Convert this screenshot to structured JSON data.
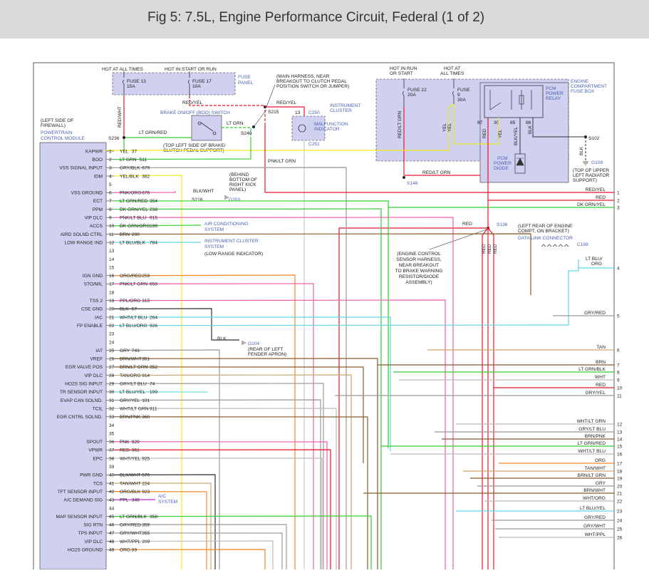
{
  "title": "Fig 5: 7.5L, Engine Performance Circuit, Federal (1 of 2)",
  "fuse_panel": {
    "hot_at_all_times": "HOT AT ALL TIMES",
    "hot_in_start_or_run": "HOT IN START OR RUN",
    "fuse13": "FUSE 13",
    "fuse13_amp": "15A",
    "fuse17": "FUSE 17",
    "fuse17_amp": "10A",
    "label1": "FUSE",
    "label2": "PANEL",
    "red_wht": "RED/WHT",
    "red_yel": "RED/YEL"
  },
  "boo_switch": {
    "label": "BRAKE ON/OFF (BOO) SWITCH",
    "lt_grn": "LT GRN",
    "lt_grn_red": "LT GRN/RED",
    "s236": "S236",
    "s240": "S240",
    "note1": "(TOP LEFT SIDE OF BRAKE/",
    "note2": "CLUTCH PEDAL SUPPORT)"
  },
  "main_harness": {
    "l1": "(MAIN HARNESS, NEAR",
    "l2": "BREAKOUT TO CLUTCH PEDAL",
    "l3": "POSITION SWITCH OR JUMPER)"
  },
  "cluster": {
    "s215": "S215",
    "pin13": "13",
    "c250": "C250",
    "c251": "C251",
    "inst1": "INSTRUMENT",
    "inst2": "CLUSTER",
    "mil1": "MALFUNCTION",
    "mil2": "INDICATOR",
    "red_yel": "RED/YEL",
    "pnk_ltgrn": "PNK/LT GRN"
  },
  "relay_box": {
    "hot_in_run1": "HOT IN RUN",
    "hot_in_run2": "OR START",
    "hot_at1": "HOT AT",
    "hot_at2": "ALL TIMES",
    "fuse22": "FUSE 22",
    "fuse22_amp": "20A",
    "fuse9a": "FUSE",
    "fuse9b": "9",
    "fuse9_amp": "30A",
    "pcm1": "PCM",
    "pcm2": "POWER",
    "pcm3": "RELAY",
    "eng1": "ENGINE",
    "eng2": "COMPARTMENT",
    "eng3": "FUSE BOX",
    "p87": "87",
    "p30": "30",
    "p85": "85",
    "p86": "86",
    "diode1": "PCM",
    "diode2": "POWER",
    "diode3": "DIODE",
    "red_ltgrn": "RED/LT GRN",
    "yel": "YEL",
    "red": "RED",
    "blk_yel": "BLK/YEL",
    "blk": "BLK",
    "s102": "S102",
    "s148": "S148",
    "g108": "G108",
    "g108_note1": "(TOP OF UPPER",
    "g108_note2": "LEFT RADIATOR",
    "g108_note3": "SUPPORT)"
  },
  "pcm": {
    "l1": "(LEFT SIDE OF",
    "l2": "FIREWALL)",
    "l3": "POWERTRAIN",
    "l4": "CONTROL MODULE"
  },
  "pins": [
    {
      "n": "1",
      "name": "KAPWR",
      "wire": "YEL",
      "c": "37"
    },
    {
      "n": "2",
      "name": "BOO",
      "wire": "LT GRN",
      "c": "511"
    },
    {
      "n": "3",
      "name": "VSS SIGNAL INPUT",
      "wire": "GRY/BLK",
      "c": "679"
    },
    {
      "n": "4",
      "name": "IDM",
      "wire": "YEL/BLK",
      "c": "382"
    },
    {
      "n": "5",
      "name": "",
      "wire": "",
      "c": ""
    },
    {
      "n": "6",
      "name": "VSS GROUND",
      "wire": "PNK/ORG",
      "c": "676"
    },
    {
      "n": "7",
      "name": "ECT",
      "wire": "LT GRN/RED",
      "c": "354"
    },
    {
      "n": "8",
      "name": "PPM",
      "wire": "DK GRN/YEL",
      "c": "238"
    },
    {
      "n": "9",
      "name": "VIP DLC",
      "wire": "PNK/LT BLU",
      "c": "915"
    },
    {
      "n": "10",
      "name": "ACCS",
      "wire": "DK GRN/ORG",
      "c": "198"
    },
    {
      "n": "11",
      "name": "AIRD SOLND CTRL",
      "wire": "BRN",
      "c": "200"
    },
    {
      "n": "12",
      "name": "LOW RANGE IND",
      "wire": "LT BLU/BLK",
      "c": "784"
    },
    {
      "n": "13",
      "name": "",
      "wire": "",
      "c": ""
    },
    {
      "n": "14",
      "name": "",
      "wire": "",
      "c": ""
    },
    {
      "n": "15",
      "name": "",
      "wire": "",
      "c": ""
    },
    {
      "n": "16",
      "name": "IGN GND",
      "wire": "ORG/RED",
      "c": "259"
    },
    {
      "n": "17",
      "name": "STO/MIL",
      "wire": "PNK/LT GRN",
      "c": "658"
    },
    {
      "n": "18",
      "name": "",
      "wire": "",
      "c": ""
    },
    {
      "n": "19",
      "name": "TSS 2",
      "wire": "PPL/ORG",
      "c": "315"
    },
    {
      "n": "20",
      "name": "CSE GND",
      "wire": "BLK",
      "c": "57"
    },
    {
      "n": "21",
      "name": "IAC",
      "wire": "WHT/LT BLU",
      "c": "264"
    },
    {
      "n": "22",
      "name": "FP ENABLE",
      "wire": "LT BLU/ORG",
      "c": "926"
    },
    {
      "n": "23",
      "name": "",
      "wire": "",
      "c": ""
    },
    {
      "n": "24",
      "name": "",
      "wire": "",
      "c": ""
    },
    {
      "n": "25",
      "name": "IAT",
      "wire": "GRY",
      "c": "743"
    },
    {
      "n": "26",
      "name": "VREF",
      "wire": "BRN/WHT",
      "c": "351"
    },
    {
      "n": "27",
      "name": "EGR VALVE POS",
      "wire": "BRN/LT GRN",
      "c": "352"
    },
    {
      "n": "28",
      "name": "VIP DLC",
      "wire": "TAN/ORG",
      "c": "914"
    },
    {
      "n": "29",
      "name": "HO2S SIG INPUT",
      "wire": "GRY/LT BLU",
      "c": "74"
    },
    {
      "n": "30",
      "name": "TR SENSOR INPUT",
      "wire": "LT BLU/YEL",
      "c": "199"
    },
    {
      "n": "31",
      "name": "EVAP CAN SOLND.",
      "wire": "GRY/YEL",
      "c": "101"
    },
    {
      "n": "32",
      "name": "TCIL",
      "wire": "WHT/LT GRN",
      "c": "911"
    },
    {
      "n": "33",
      "name": "EGR CNTRL SOLND.",
      "wire": "BRN/PNK",
      "c": "360"
    },
    {
      "n": "34",
      "name": "",
      "wire": "",
      "c": ""
    },
    {
      "n": "35",
      "name": "",
      "wire": "",
      "c": ""
    },
    {
      "n": "36",
      "name": "SPOUT",
      "wire": "PNK",
      "c": "929"
    },
    {
      "n": "37",
      "name": "VPWR",
      "wire": "RED",
      "c": "361"
    },
    {
      "n": "38",
      "name": "EPC",
      "wire": "WHT/YEL",
      "c": "925"
    },
    {
      "n": "39",
      "name": "",
      "wire": "",
      "c": ""
    },
    {
      "n": "40",
      "name": "PWR GND",
      "wire": "BLK/WHT",
      "c": "570"
    },
    {
      "n": "41",
      "name": "TCS",
      "wire": "TAN/WHT",
      "c": "224"
    },
    {
      "n": "42",
      "name": "TFT SENSOR INPUT",
      "wire": "ORG/BLK",
      "c": "923"
    },
    {
      "n": "43",
      "name": "A/C DEMAND SIG",
      "wire": "PPL",
      "c": "348"
    },
    {
      "n": "44",
      "name": "",
      "wire": "",
      "c": ""
    },
    {
      "n": "45",
      "name": "MAP SENSOR INPUT",
      "wire": "LT GRN/BLK",
      "c": "358"
    },
    {
      "n": "46",
      "name": "SIG RTN",
      "wire": "GRY/RED",
      "c": "359"
    },
    {
      "n": "47",
      "name": "TPS INPUT",
      "wire": "GRY/WHT",
      "c": "355"
    },
    {
      "n": "48",
      "name": "VIP DLC",
      "wire": "WHT/PPL",
      "c": "209"
    },
    {
      "n": "49",
      "name": "HO2S GROUND",
      "wire": "ORG",
      "c": "89"
    }
  ],
  "annotations": {
    "behind1": "(BEHIND",
    "behind2": "BOTTOM OF",
    "behind3": "RIGHT KICK",
    "behind4": "PANEL)",
    "blk_wht": "BLK/WHT",
    "s216": "S216",
    "g203": "G203",
    "ac1": "AIR CONDITIONING",
    "ac2": "SYSTEM",
    "ic1": "INSTRUMENT CLUSTER",
    "ic2": "SYSTEM",
    "low_range": "(LOW RANGE INDICATOR)",
    "blk": "BLK",
    "g104": "G104",
    "g104_n1": "(REAR OF LEFT",
    "g104_n2": "FENDER APRON)",
    "acs1": "A/C",
    "acs2": "SYSTEM",
    "ecs1": "(ENGINE CONTROL",
    "ecs2": "SENSOR HARNESS,",
    "ecs3": "NEAR BREAKOUT",
    "ecs4": "TO BRAKE WARNING",
    "ecs5": "RESISTOR/DIODE",
    "ecs6": "ASSEMBLY)",
    "red": "RED",
    "s136": "S136",
    "dlc1": "(LEFT REAR OF ENGINE",
    "dlc2": "COMPT, ON BRACKET)",
    "dlc3": "DATA LINK CONNECTOR",
    "c198": "C198",
    "ltblu_org1": "LT BLU/",
    "ltblu_org2": "ORG",
    "red_ltgrn": "RED/LT GRN"
  },
  "right_wires": [
    {
      "n": "1",
      "label": "RED/YEL"
    },
    {
      "n": "2",
      "label": "RED"
    },
    {
      "n": "3",
      "label": "DK GRN/YEL"
    },
    {
      "n": "4",
      "label": ""
    },
    {
      "n": "5",
      "label": "GRY/RED"
    },
    {
      "n": "6",
      "label": "TAN"
    },
    {
      "n": "7",
      "label": "BRN"
    },
    {
      "n": "8",
      "label": "LT GRN/BLK"
    },
    {
      "n": "9",
      "label": "WHT"
    },
    {
      "n": "10",
      "label": "RED"
    },
    {
      "n": "11",
      "label": "GRY/YEL"
    },
    {
      "n": "12",
      "label": "WHT/LT GRN"
    },
    {
      "n": "13",
      "label": "GRY/LT BLU"
    },
    {
      "n": "14",
      "label": "BRN/PNK"
    },
    {
      "n": "15",
      "label": "LT GRN/RED"
    },
    {
      "n": "16",
      "label": "WHT/LT BLU"
    },
    {
      "n": "17",
      "label": "ORG"
    },
    {
      "n": "18",
      "label": "TAN/WHT"
    },
    {
      "n": "19",
      "label": "BRN/LT GRN"
    },
    {
      "n": "20",
      "label": "GRY"
    },
    {
      "n": "21",
      "label": "BRN/WHT"
    },
    {
      "n": "22",
      "label": "WHT/ORG"
    },
    {
      "n": "23",
      "label": "LT BLU/YEL"
    },
    {
      "n": "24",
      "label": "GRY/RED"
    },
    {
      "n": "25",
      "label": "GRY/WHT"
    },
    {
      "n": "26",
      "label": "WHT/PPL"
    }
  ],
  "colors": {
    "yellow": "#f2ea1a",
    "green": "#33cc33",
    "red": "#e8162a",
    "lightblue": "#5fd6e0",
    "pink": "#ee5ea8",
    "orange": "#ee8a2a",
    "brown": "#8a5a2a",
    "gray": "#999999",
    "tan": "#cfa86a",
    "purple": "#c020d0",
    "box": "#d0d0f0"
  }
}
